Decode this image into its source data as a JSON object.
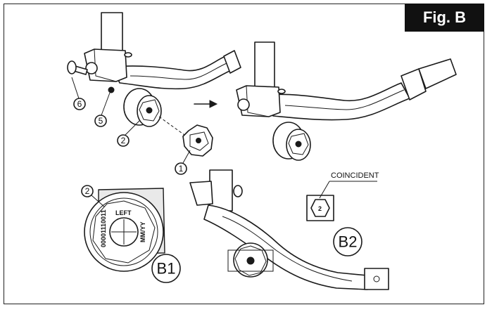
{
  "figure": {
    "label": "Fig. B"
  },
  "callouts": [
    "1",
    "2",
    "5",
    "6"
  ],
  "detail_views": [
    "B1",
    "B2"
  ],
  "knob_markings": {
    "side": "LEFT",
    "code": "00001110011",
    "date": "MM/YY"
  },
  "annotation": {
    "coincident": "COINCIDENT"
  }
}
